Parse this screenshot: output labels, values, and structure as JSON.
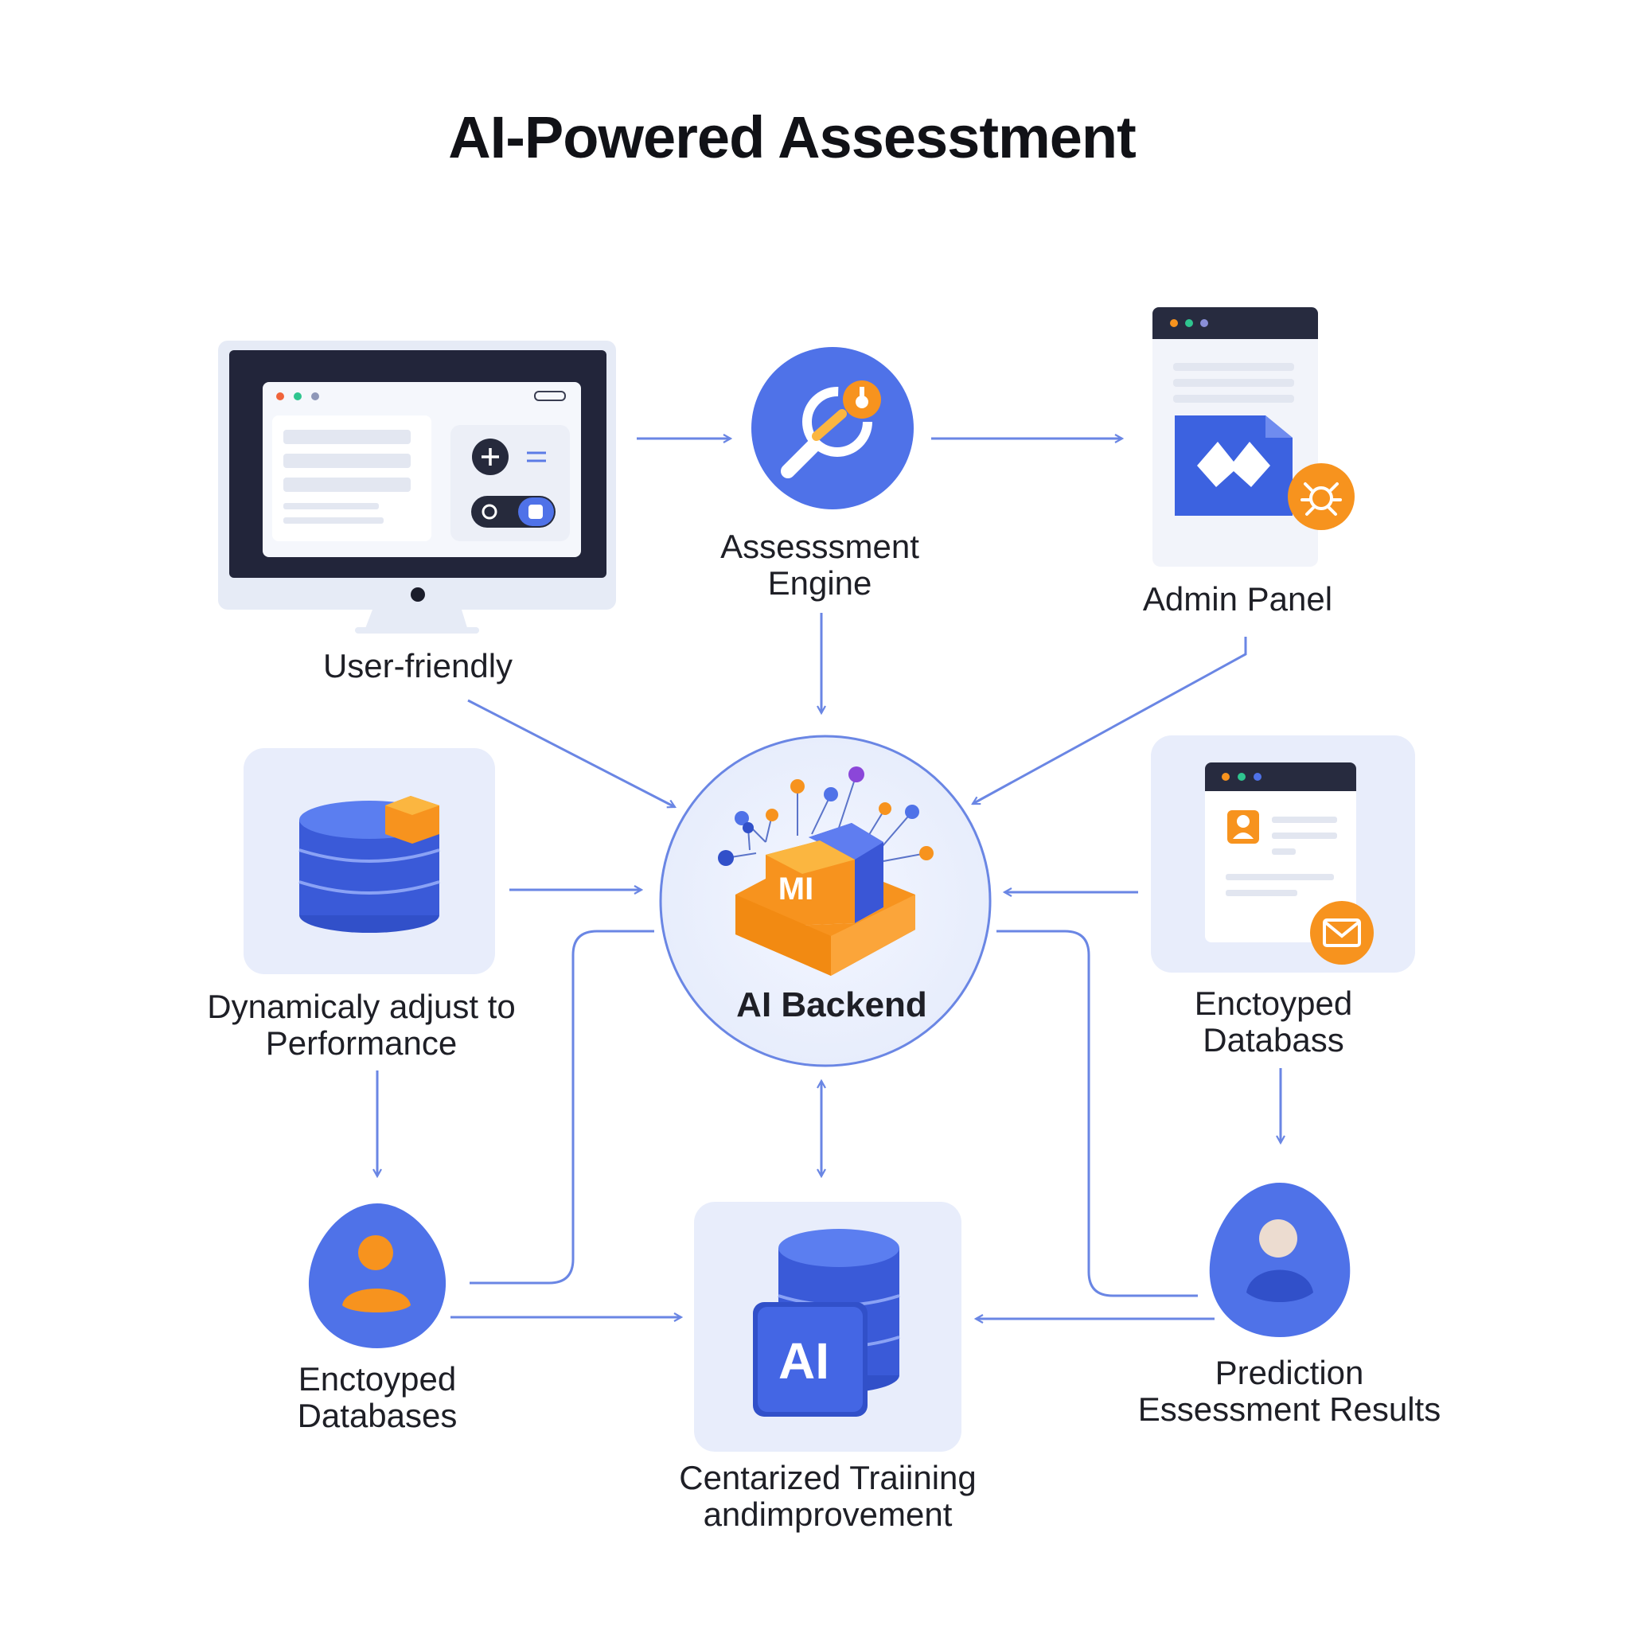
{
  "title": "AI-Powered Assesstment",
  "nodes": {
    "user_friendly": {
      "label": "User-friendly"
    },
    "assessment_engine": {
      "line1": "Assesssment",
      "line2": "Engine"
    },
    "admin_panel": {
      "label": "Admin Panel"
    },
    "ai_backend": {
      "label": "AI Backend",
      "box_text": "MI"
    },
    "dynamic_adjust": {
      "line1": "Dynamicaly adjust to",
      "line2": "Performance"
    },
    "encrypted_database_right": {
      "line1": "Enctoyped",
      "line2": "Databass"
    },
    "encrypted_databases_left": {
      "line1": "Enctoyped",
      "line2": "Databases"
    },
    "centralized_training": {
      "line1": "Centarized Traiining",
      "line2": "andimprovement",
      "badge_text": "AI"
    },
    "prediction_results": {
      "line1": "Prediction",
      "line2": "Essessment Results"
    }
  },
  "colors": {
    "primary_blue": "#4f72e8",
    "dark_blue": "#3150c9",
    "orange": "#f7931e",
    "arrow": "#6a86e4",
    "tile_bg": "#e8edfb",
    "navy": "#2b2f45"
  }
}
